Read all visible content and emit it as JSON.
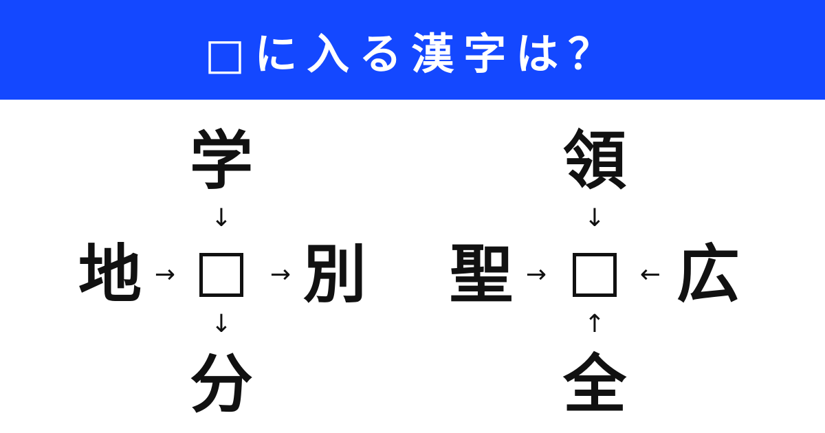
{
  "header": {
    "title": "□に入る漢字は？",
    "background_color": "#1448ff"
  },
  "puzzle_1": {
    "top": "学",
    "left": "地",
    "right": "別",
    "bottom": "分",
    "arrows": {
      "top": "↓",
      "left": "→",
      "right": "→",
      "bottom": "↓"
    }
  },
  "puzzle_2": {
    "top": "領",
    "left": "聖",
    "right": "広",
    "bottom": "全",
    "arrows": {
      "top": "↓",
      "left": "→",
      "right": "←",
      "bottom": "↑"
    }
  }
}
